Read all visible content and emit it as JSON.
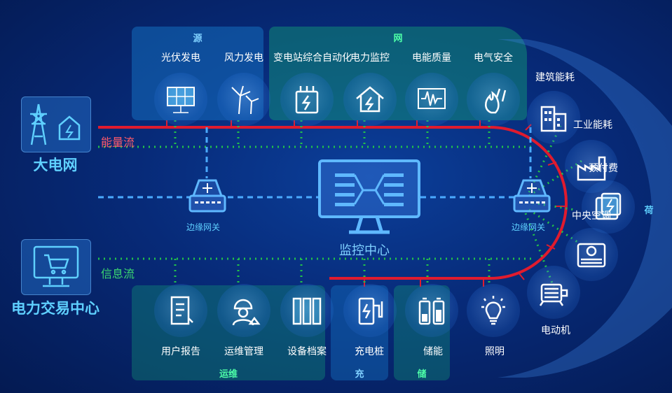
{
  "sections": {
    "source": "源",
    "grid": "网",
    "load": "荷",
    "ops": "运维",
    "charge": "充",
    "storage": "储"
  },
  "left": {
    "grid_label": "大电网",
    "trade_label": "电力交易中心"
  },
  "flows": {
    "energy": "能量流",
    "info": "信息流"
  },
  "center": {
    "title": "监控中心",
    "gateway_left": "边缘网关",
    "gateway_right": "边缘网关"
  },
  "top_items": [
    "光伏发电",
    "风力发电",
    "变电站综合自动化",
    "电力监控",
    "电能质量",
    "电气安全"
  ],
  "bottom_items": [
    "用户报告",
    "运维管理",
    "设备档案",
    "充电桩",
    "储能",
    "照明"
  ],
  "right_items": [
    "建筑能耗",
    "工业能耗",
    "预付费",
    "中央空调",
    "电动机"
  ],
  "colors": {
    "energy_line": "#e01b2e",
    "info_line": "#22c24a",
    "accent": "#5fd0ff"
  }
}
